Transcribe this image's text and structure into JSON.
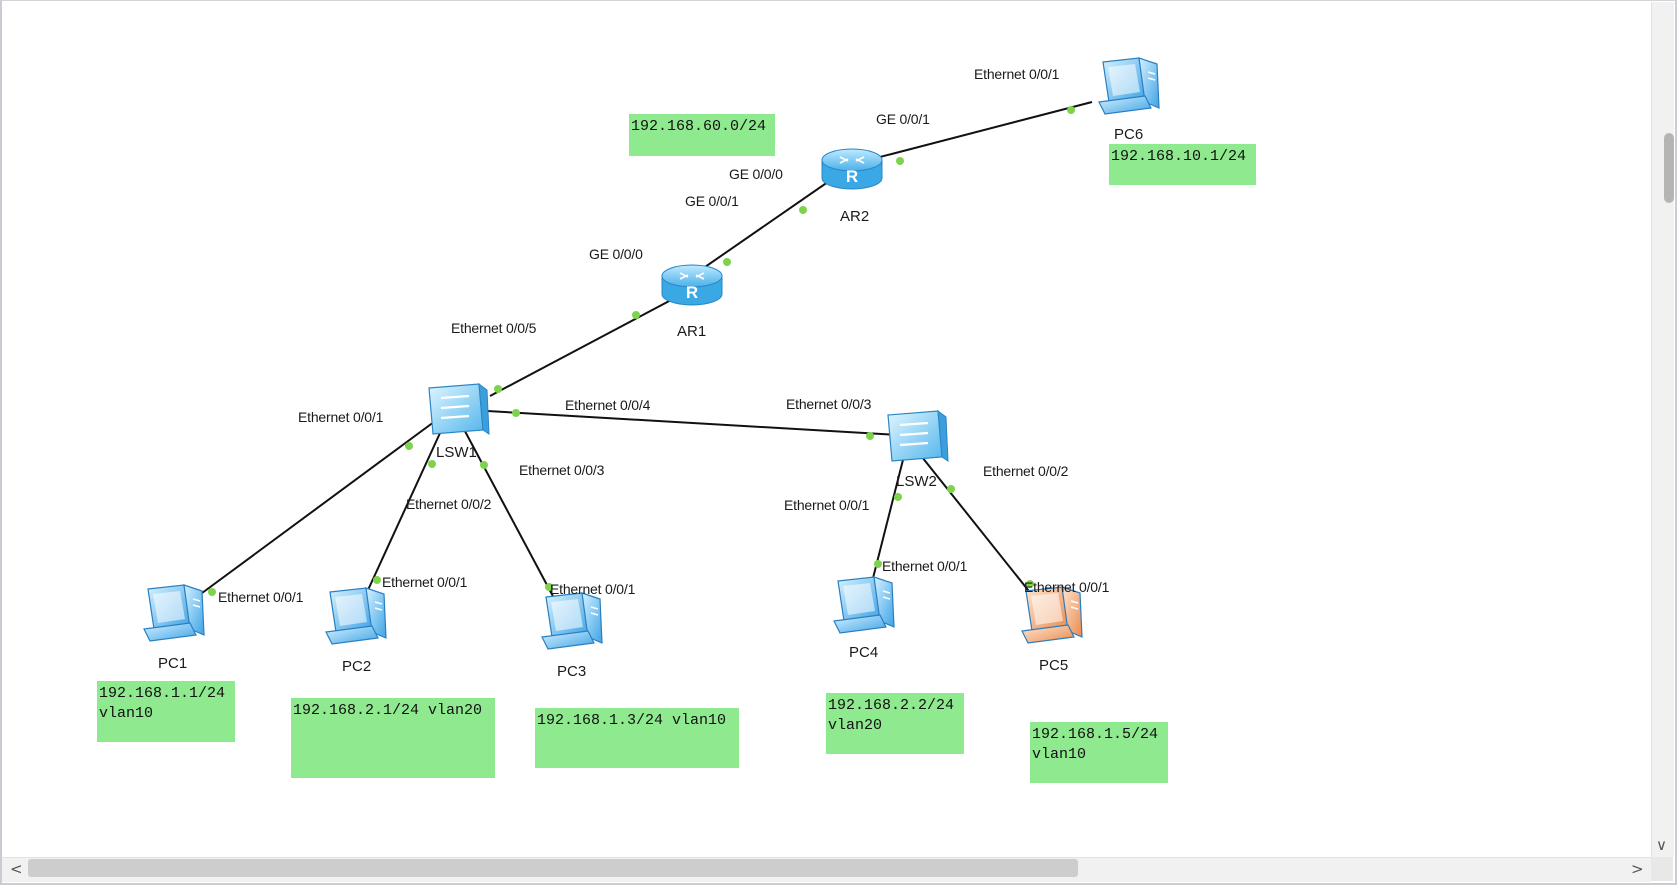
{
  "devices": [
    {
      "id": "PC1",
      "label": "PC1",
      "icon": "pc-icon"
    },
    {
      "id": "PC2",
      "label": "PC2",
      "icon": "pc-icon"
    },
    {
      "id": "PC3",
      "label": "PC3",
      "icon": "pc-icon"
    },
    {
      "id": "PC4",
      "label": "PC4",
      "icon": "pc-icon"
    },
    {
      "id": "PC5",
      "label": "PC5",
      "icon": "pc-icon",
      "color": "#f0a070"
    },
    {
      "id": "PC6",
      "label": "PC6",
      "icon": "pc-icon"
    },
    {
      "id": "LSW1",
      "label": "LSW1",
      "icon": "switch-icon"
    },
    {
      "id": "LSW2",
      "label": "LSW2",
      "icon": "switch-icon"
    },
    {
      "id": "AR1",
      "label": "AR1",
      "icon": "router-icon"
    },
    {
      "id": "AR2",
      "label": "AR2",
      "icon": "router-icon"
    }
  ],
  "links": [
    {
      "a": "AR1",
      "a_port": "GE 0/0/0",
      "b": "LSW1",
      "b_port": "Ethernet 0/0/5"
    },
    {
      "a": "AR1",
      "a_port": "GE 0/0/1",
      "b": "AR2",
      "b_port": "GE 0/0/0"
    },
    {
      "a": "AR2",
      "a_port": "GE 0/0/1",
      "b": "PC6",
      "b_port": "Ethernet 0/0/1"
    },
    {
      "a": "LSW1",
      "a_port": "Ethernet 0/0/4",
      "b": "LSW2",
      "b_port": "Ethernet 0/0/3"
    },
    {
      "a": "LSW1",
      "a_port": "Ethernet 0/0/1",
      "b": "PC1",
      "b_port": "Ethernet 0/0/1"
    },
    {
      "a": "LSW1",
      "a_port": "Ethernet 0/0/2",
      "b": "PC2",
      "b_port": "Ethernet 0/0/1"
    },
    {
      "a": "LSW1",
      "a_port": "Ethernet 0/0/3",
      "b": "PC3",
      "b_port": "Ethernet 0/0/1"
    },
    {
      "a": "LSW2",
      "a_port": "Ethernet 0/0/1",
      "b": "PC4",
      "b_port": "Ethernet 0/0/1"
    },
    {
      "a": "LSW2",
      "a_port": "Ethernet 0/0/2",
      "b": "PC5",
      "b_port": "Ethernet 0/0/1"
    }
  ],
  "notes": {
    "net60": "192.168.60.0/24",
    "pc6": "192.168.10.1/24",
    "pc1": "192.168.1.1/24\nvlan10",
    "pc2": "192.168.2.1/24 vlan20",
    "pc3": "192.168.1.3/24 vlan10",
    "pc4": "192.168.2.2/24\nvlan20",
    "pc5": "192.168.1.5/24\nvlan10"
  },
  "colors": {
    "link": "#111111",
    "port_dot": "#7dd34a",
    "note_bg": "#8fe98f",
    "device_blue": "#5ab8ee",
    "pc5_orange": "#f0a070"
  },
  "scrollbars": {
    "left_arrow": "<",
    "right_arrow": ">",
    "down_arrow": "∨"
  }
}
